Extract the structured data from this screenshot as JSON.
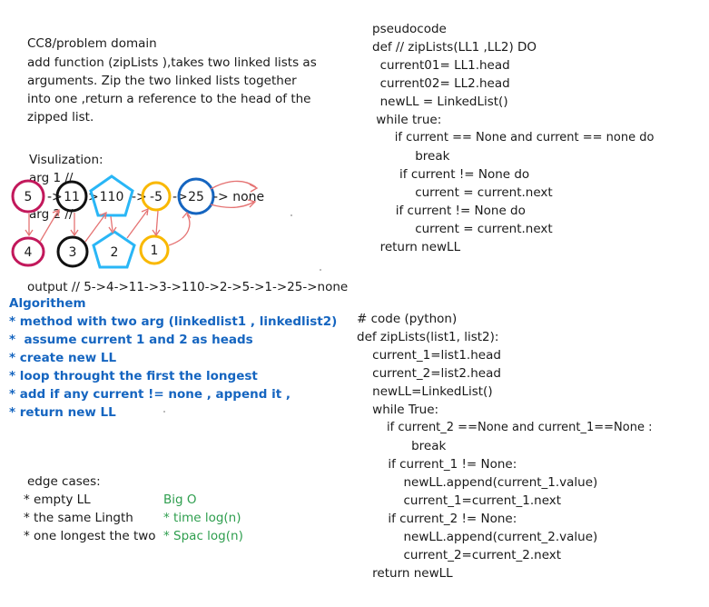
{
  "problem": {
    "heading": "CC8/problem domain",
    "lines": [
      "add function (zipLists ),takes two linked lists as",
      "arguments. Zip the two linked lists together",
      "into one ,return a reference to the head of the",
      "zipped list."
    ]
  },
  "visualization": {
    "title": "Visulization:",
    "arg1_label": "arg 1 //",
    "arg2_label": "arg 2 //",
    "list1_nodes": [
      "5",
      "11",
      "110",
      "-5",
      "25"
    ],
    "list1_tail": "-> none",
    "list2_nodes": [
      "4",
      "3",
      "2",
      "1"
    ],
    "output": "output // 5->4->11->3->110->2->5->1->25->none",
    "colors": {
      "magenta": "#c2185b",
      "black": "#111111",
      "cyan": "#29b6f6",
      "yellow": "#f9b800",
      "blue": "#1565c0",
      "red_arrows": "#e57373"
    }
  },
  "algorithm": {
    "title": "Algorithem",
    "lines": [
      "* method with two arg (linkedlist1 , linkedlist2)",
      "*  assume current 1 and 2 as heads",
      "* create new LL",
      "* loop throught the first the longest",
      "* add if any current != none , append it ,",
      "* return new LL"
    ]
  },
  "edge_cases": {
    "title": "edge cases:",
    "lines": [
      "* empty LL",
      "* the same Lingth",
      "* one longest the two"
    ]
  },
  "big_o": {
    "title": "Big O",
    "lines": [
      "* time log(n)",
      "* Spac log(n)"
    ]
  },
  "pseudocode": {
    "lines": [
      "pseudocode",
      "def // zipLists(LL1 ,LL2) DO",
      "  current01= LL1.head",
      "  current02= LL2.head",
      "  newLL = LinkedList()",
      " while true:",
      "      if current == None and current == none do",
      "           break",
      "       if current != None do",
      "           current = current.next",
      "      if current != None do",
      "           current = current.next",
      "  return newLL"
    ]
  },
  "code": {
    "lines": [
      "# code (python)",
      "def zipLists(list1, list2):",
      "    current_1=list1.head",
      "    current_2=list2.head",
      "    newLL=LinkedList()",
      "    while True:",
      "        if current_2 ==None and current_1==None :",
      "              break",
      "        if current_1 != None:",
      "            newLL.append(current_1.value)",
      "            current_1=current_1.next",
      "        if current_2 != None:",
      "            newLL.append(current_2.value)",
      "            current_2=current_2.next",
      "    return newLL"
    ]
  }
}
